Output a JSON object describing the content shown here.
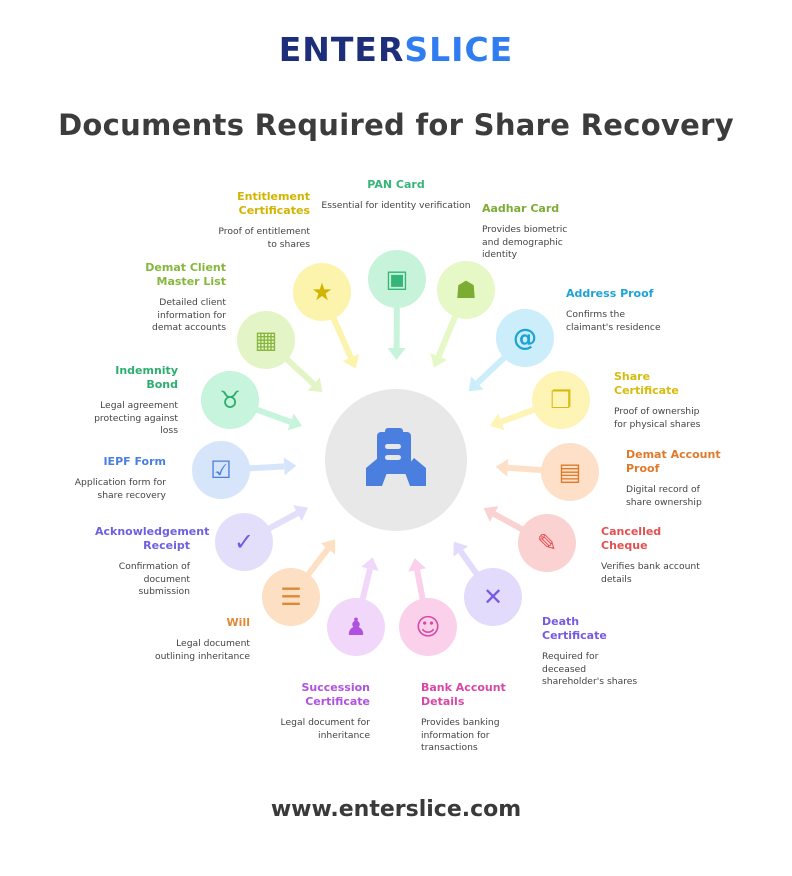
{
  "logo": {
    "part1": "ENTER",
    "part2": "SLICE"
  },
  "title": "Documents Required for Share Recovery",
  "center_icon": "clipboard-hand-icon",
  "items": [
    {
      "title": "Entitlement Certificates",
      "desc": "Proof of entitlement to shares",
      "color": "#d2b400",
      "bg": "#fcf3ad",
      "icon": "certificate-star-icon",
      "glyph": "★"
    },
    {
      "title": "PAN Card",
      "desc": "Essential for identity verification",
      "color": "#35b577",
      "bg": "#c8f3db",
      "icon": "id-card-icon",
      "glyph": "▣"
    },
    {
      "title": "Aadhar Card",
      "desc": "Provides biometric and demographic identity",
      "color": "#7dac35",
      "bg": "#e5f8c6",
      "icon": "user-card-icon",
      "glyph": "☗"
    },
    {
      "title": "Address Proof",
      "desc": "Confirms the claimant's residence",
      "color": "#1ea3d6",
      "bg": "#ccedfa",
      "icon": "at-stamp-icon",
      "glyph": "@"
    },
    {
      "title": "Share Certificate",
      "desc": "Proof of ownership for physical shares",
      "color": "#d6bc0e",
      "bg": "#fdf4b6",
      "icon": "document-ribbon-icon",
      "glyph": "❐"
    },
    {
      "title": "Demat Account Proof",
      "desc": "Digital record of share ownership",
      "color": "#df7a2a",
      "bg": "#fde0c7",
      "icon": "digital-statement-icon",
      "glyph": "▤"
    },
    {
      "title": "Cancelled Cheque",
      "desc": "Verifies bank account details",
      "color": "#e25050",
      "bg": "#fbd2d2",
      "icon": "cheque-pen-icon",
      "glyph": "✎"
    },
    {
      "title": "Death Certificate",
      "desc": "Required for deceased shareholder's shares",
      "color": "#785ae0",
      "bg": "#e3dbfb",
      "icon": "document-x-icon",
      "glyph": "✕"
    },
    {
      "title": "Bank Account Details",
      "desc": "Provides banking information for transactions",
      "color": "#d748a6",
      "bg": "#fad0eb",
      "icon": "bank-building-icon",
      "glyph": "☺"
    },
    {
      "title": "Succession Certificate",
      "desc": "Legal document for inheritance",
      "color": "#ae52df",
      "bg": "#f1d8fb",
      "icon": "stamp-document-icon",
      "glyph": "♟"
    },
    {
      "title": "Will",
      "desc": "Legal document outlining inheritance",
      "color": "#df8838",
      "bg": "#fddfc3",
      "icon": "scroll-icon",
      "glyph": "☰"
    },
    {
      "title": "Acknowledgement Receipt",
      "desc": "Confirmation of document submission",
      "color": "#6e5fe0",
      "bg": "#e3dffb",
      "icon": "ticket-check-icon",
      "glyph": "✓"
    },
    {
      "title": "IEPF Form",
      "desc": "Application form for share recovery",
      "color": "#4a7fe0",
      "bg": "#d7e5fb",
      "icon": "checklist-pen-icon",
      "glyph": "☑"
    },
    {
      "title": "Indemnity Bond",
      "desc": "Legal agreement protecting against loss",
      "color": "#2eae6e",
      "bg": "#c7f4dc",
      "icon": "ribbon-icon",
      "glyph": "♉"
    },
    {
      "title": "Demat Client Master List",
      "desc": "Detailed client information for demat accounts",
      "color": "#86b63e",
      "bg": "#e3f5c6",
      "icon": "table-search-icon",
      "glyph": "▦"
    }
  ],
  "footer": "www.enterslice.com"
}
